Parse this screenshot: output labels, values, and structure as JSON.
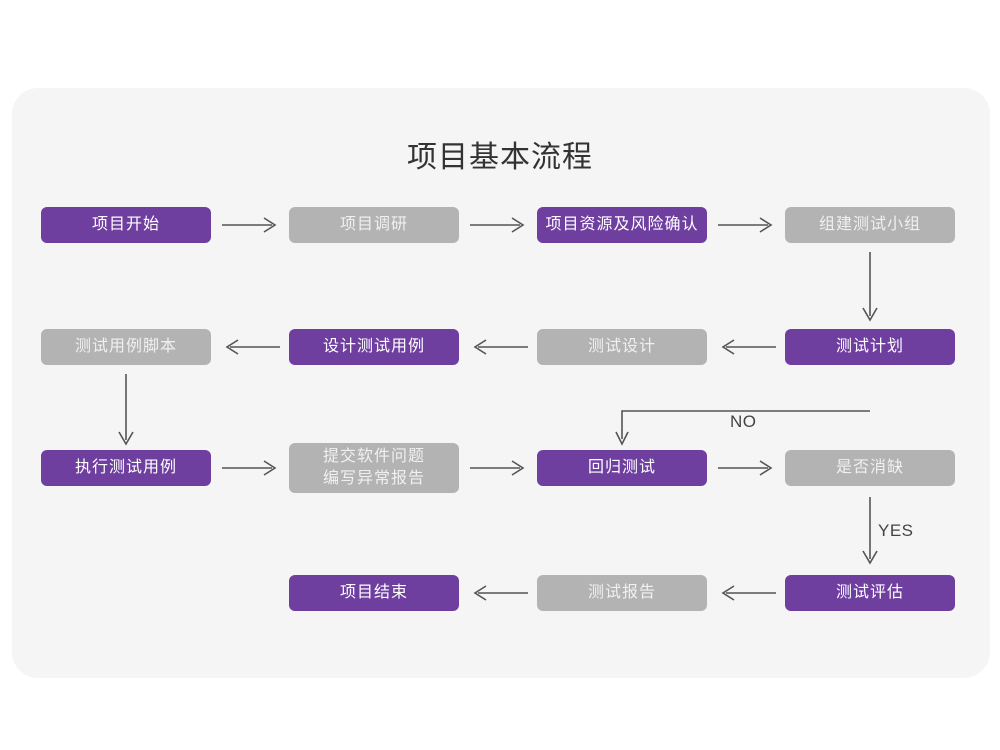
{
  "title": "项目基本流程",
  "colors": {
    "accent_purple": "#6F3FA0",
    "muted_gray": "#B3B3B3",
    "card_background": "#F5F5F5",
    "page_background": "#FFFFFF",
    "arrow": "#555555",
    "title_text": "#333333"
  },
  "nodes": [
    {
      "id": "n1",
      "label": "项目开始",
      "style": "purple",
      "row": 1,
      "col": 1
    },
    {
      "id": "n2",
      "label": "项目调研",
      "style": "gray",
      "row": 1,
      "col": 2
    },
    {
      "id": "n3",
      "label": "项目资源及风险确认",
      "style": "purple",
      "row": 1,
      "col": 3
    },
    {
      "id": "n4",
      "label": "组建测试小组",
      "style": "gray",
      "row": 1,
      "col": 4
    },
    {
      "id": "n5",
      "label": "测试用例脚本",
      "style": "gray",
      "row": 2,
      "col": 1
    },
    {
      "id": "n6",
      "label": "设计测试用例",
      "style": "purple",
      "row": 2,
      "col": 2
    },
    {
      "id": "n7",
      "label": "测试设计",
      "style": "gray",
      "row": 2,
      "col": 3
    },
    {
      "id": "n8",
      "label": "测试计划",
      "style": "purple",
      "row": 2,
      "col": 4
    },
    {
      "id": "n9",
      "label": "执行测试用例",
      "style": "purple",
      "row": 3,
      "col": 1
    },
    {
      "id": "n10",
      "label": "提交软件问题\n编写异常报告",
      "style": "gray",
      "row": 3,
      "col": 2
    },
    {
      "id": "n11",
      "label": "回归测试",
      "style": "purple",
      "row": 3,
      "col": 3
    },
    {
      "id": "n12",
      "label": "是否消缺",
      "style": "gray",
      "row": 3,
      "col": 4
    },
    {
      "id": "n13",
      "label": "项目结束",
      "style": "purple",
      "row": 4,
      "col": 2
    },
    {
      "id": "n14",
      "label": "测试报告",
      "style": "gray",
      "row": 4,
      "col": 3
    },
    {
      "id": "n15",
      "label": "测试评估",
      "style": "purple",
      "row": 4,
      "col": 4
    }
  ],
  "edges": [
    {
      "id": "e1",
      "from": "n1",
      "to": "n2",
      "direction": "right",
      "label": ""
    },
    {
      "id": "e2",
      "from": "n2",
      "to": "n3",
      "direction": "right",
      "label": ""
    },
    {
      "id": "e3",
      "from": "n3",
      "to": "n4",
      "direction": "right",
      "label": ""
    },
    {
      "id": "e4",
      "from": "n4",
      "to": "n8",
      "direction": "down",
      "label": ""
    },
    {
      "id": "e5",
      "from": "n8",
      "to": "n7",
      "direction": "left",
      "label": ""
    },
    {
      "id": "e6",
      "from": "n7",
      "to": "n6",
      "direction": "left",
      "label": ""
    },
    {
      "id": "e7",
      "from": "n6",
      "to": "n5",
      "direction": "left",
      "label": ""
    },
    {
      "id": "e8",
      "from": "n5",
      "to": "n9",
      "direction": "down",
      "label": ""
    },
    {
      "id": "e9",
      "from": "n9",
      "to": "n10",
      "direction": "right",
      "label": ""
    },
    {
      "id": "e10",
      "from": "n10",
      "to": "n11",
      "direction": "right",
      "label": ""
    },
    {
      "id": "e11",
      "from": "n11",
      "to": "n12",
      "direction": "right",
      "label": ""
    },
    {
      "id": "e12",
      "from": "n12",
      "to": "n11",
      "direction": "loop-up-left",
      "label": "NO"
    },
    {
      "id": "e13",
      "from": "n12",
      "to": "n15",
      "direction": "down",
      "label": "YES"
    },
    {
      "id": "e14",
      "from": "n15",
      "to": "n14",
      "direction": "left",
      "label": ""
    },
    {
      "id": "e15",
      "from": "n14",
      "to": "n13",
      "direction": "left",
      "label": ""
    }
  ],
  "edge_labels": {
    "no": "NO",
    "yes": "YES"
  }
}
